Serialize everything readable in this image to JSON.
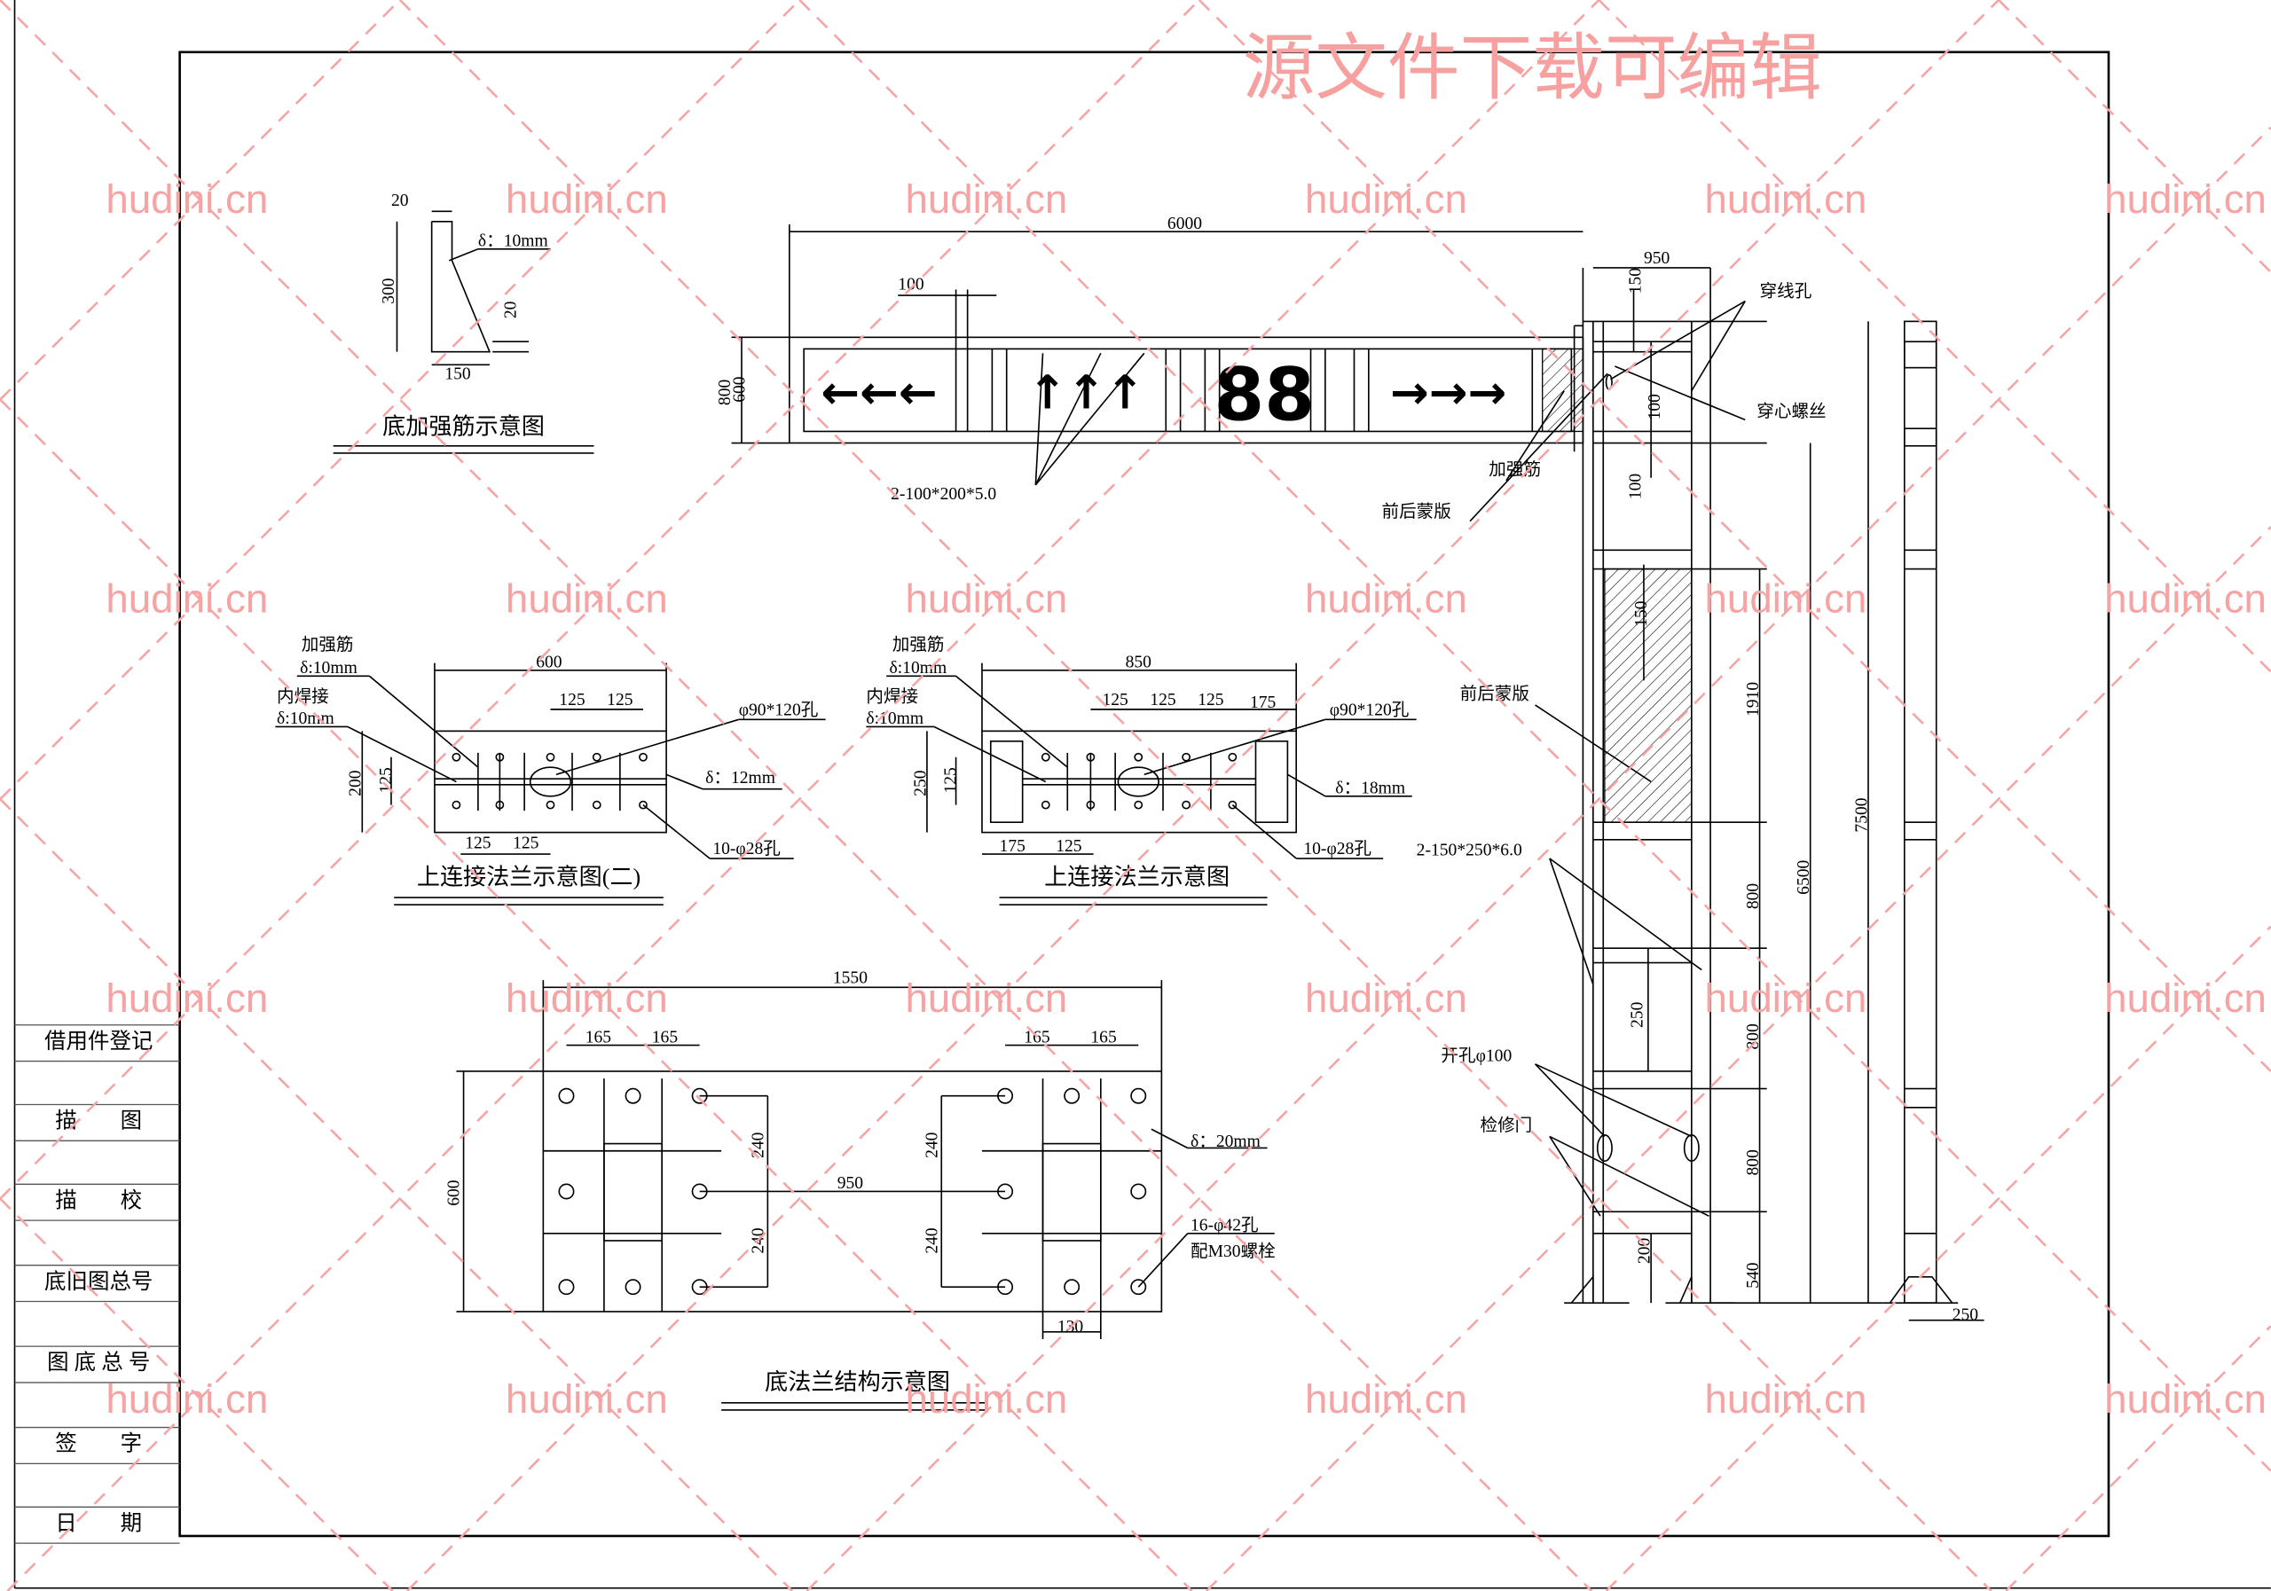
{
  "watermark_title": "源文件下载可编辑",
  "watermark_site": "hudini.cn",
  "colors": {
    "watermark": "#f6a3a3",
    "line": "#000000"
  },
  "title_block": [
    "借用件登记",
    "描        图",
    "描        校",
    "底旧图总号",
    "图 底 总 号",
    "签        字",
    "日        期"
  ],
  "rib": {
    "title": "底加强筋示意图",
    "d_top": "20",
    "thickness": "δ：10mm",
    "d_height": "300",
    "d_side": "20",
    "d_base": "150"
  },
  "sign": {
    "d_length": "6000",
    "d_gap": "100",
    "d_h1": "800",
    "d_h2": "600",
    "digits": "88",
    "left_arrows": "←←←",
    "up_arrows": "↑↑↑",
    "right_arrows": "→→→",
    "callout": "2-100*200*5.0"
  },
  "pole": {
    "d_950": "950",
    "d_150a": "150",
    "wire_hole": "穿线孔",
    "bolt": "穿心螺丝",
    "rib": "加强筋",
    "cover1": "前后蒙版",
    "d_100a": "100",
    "d_100b": "100",
    "d_150b": "150",
    "d_1910": "1910",
    "cover2": "前后蒙版",
    "callout": "2-150*250*6.0",
    "d_800a": "800",
    "d_6500": "6500",
    "d_7500": "7500",
    "d_250a": "250",
    "d_800b": "800",
    "hole": "开孔φ100",
    "door": "检修门",
    "d_800c": "800",
    "d_200": "200",
    "d_540": "540",
    "d_250b": "250"
  },
  "flange2": {
    "title": "上连接法兰示意图(二)",
    "rib": "加强筋",
    "rib_t": "δ:10mm",
    "weld": "内焊接",
    "weld_t": "δ:10mm",
    "d_600": "600",
    "d_125a": "125",
    "d_125b": "125",
    "hole": "φ90*120孔",
    "d_200": "200",
    "d_125v": "125",
    "thick": "δ：12mm",
    "d_125c": "125",
    "d_125d": "125",
    "holes": "10-φ28孔"
  },
  "flange1": {
    "title": "上连接法兰示意图",
    "rib": "加强筋",
    "rib_t": "δ:10mm",
    "weld": "内焊接",
    "weld_t": "δ:10mm",
    "d_850": "850",
    "d_125a": "125",
    "d_125b": "125",
    "d_125c": "125",
    "d_175a": "175",
    "hole": "φ90*120孔",
    "d_250": "250",
    "d_125v": "125",
    "thick": "δ：18mm",
    "d_175b": "175",
    "d_125d": "125",
    "holes": "10-φ28孔"
  },
  "base": {
    "title": "底法兰结构示意图",
    "d_1550": "1550",
    "d_165a": "165",
    "d_165b": "165",
    "d_165c": "165",
    "d_165d": "165",
    "d_600": "600",
    "d_240a": "240",
    "d_240b": "240",
    "d_950": "950",
    "d_240c": "240",
    "d_240d": "240",
    "thick": "δ：20mm",
    "holes": "16-φ42孔",
    "bolts": "配M30螺栓",
    "d_130": "130"
  }
}
